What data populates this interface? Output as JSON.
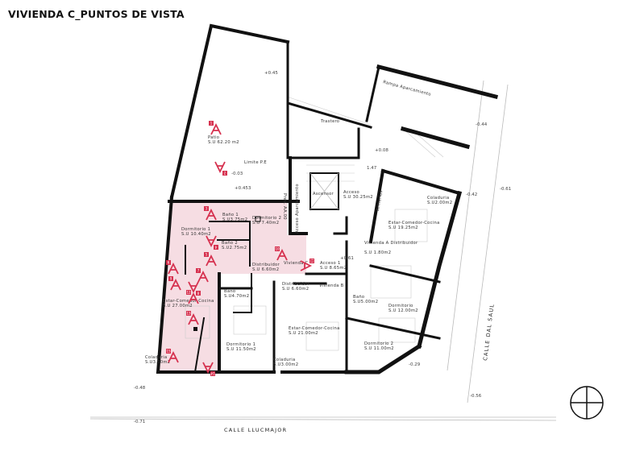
{
  "title": "VIVIENDA C_PUNTOS DE VISTA",
  "colors": {
    "highlight": "#f6dde3",
    "marker": "#d6314f",
    "wall": "#111111"
  },
  "rooms": [
    {
      "name": "Patio",
      "area": "S.U 62.20 m2"
    },
    {
      "name": "Trastero",
      "area": ""
    },
    {
      "name": "Rampa Aparcamiento",
      "area": ""
    },
    {
      "name": "Ascensor",
      "area": ""
    },
    {
      "name": "Acceso",
      "area": "S.U 30.25m2"
    },
    {
      "name": "Baño 1",
      "area": "S.U3.75m2"
    },
    {
      "name": "Dormitorio 2",
      "area": "S.U 7.40m2"
    },
    {
      "name": "Dormitorio 1",
      "area": "S.U 10.40m2"
    },
    {
      "name": "Baño 2",
      "area": "S.U2.75m2"
    },
    {
      "name": "Distribuidor",
      "area": "S.U 6.60m2"
    },
    {
      "name": "Acceso 1",
      "area": "S.U 8.65m2"
    },
    {
      "name": "Estar-Comedor-Cocina",
      "area": "S.U 27.00m2"
    },
    {
      "name": "Coladuria",
      "area": "S.U3.00m2"
    },
    {
      "name": "Baño",
      "area": "S.U4.70m2"
    },
    {
      "name": "Distribuidor",
      "area": "S.U 6.60m2"
    },
    {
      "name": "Estar-Comedor-Cocina",
      "area": "S.U 21.00m2"
    },
    {
      "name": "Dormitorio 1",
      "area": "S.U 11.50m2"
    },
    {
      "name": "Coladuria",
      "area": "S.U3.00m2"
    },
    {
      "name": "Coladuria",
      "area": "S.U2.00m2"
    },
    {
      "name": "Estar-Comedor-Cocina",
      "area": "S.U 19.25m2"
    },
    {
      "name": "Vivienda A Distribuidor",
      "area": "S.U 1.80m2"
    },
    {
      "name": "Baño",
      "area": "S.U5.00m2"
    },
    {
      "name": "Dormitorio",
      "area": "S.U 12.00m2"
    },
    {
      "name": "Dormitorio 2",
      "area": "S.U 11.00m2"
    }
  ],
  "labels": {
    "limite": "Limite P.E",
    "vivienda_c": "Vivienda C",
    "vivienda_b": "Vivienda B",
    "armarios": "Armarios",
    "acceso_aparcamiento": "Acceso Aparcamiento",
    "prev": "Prev. AA.00"
  },
  "levels": [
    "+0.45",
    "-0.03",
    "+0.453",
    "+0.08",
    "1.47",
    "-0.44",
    "-0.42",
    "-0.61",
    "+0.61",
    "-0.29",
    "-0.48",
    "-0.56",
    "-0.71"
  ],
  "streets": {
    "bottom": "CALLE LLUCMAJOR",
    "right": "CALLE DAL SAUL"
  },
  "markers": [
    "1",
    "2",
    "3",
    "4",
    "5",
    "6",
    "7",
    "8",
    "9",
    "10",
    "11",
    "12",
    "13",
    "14",
    "15"
  ]
}
